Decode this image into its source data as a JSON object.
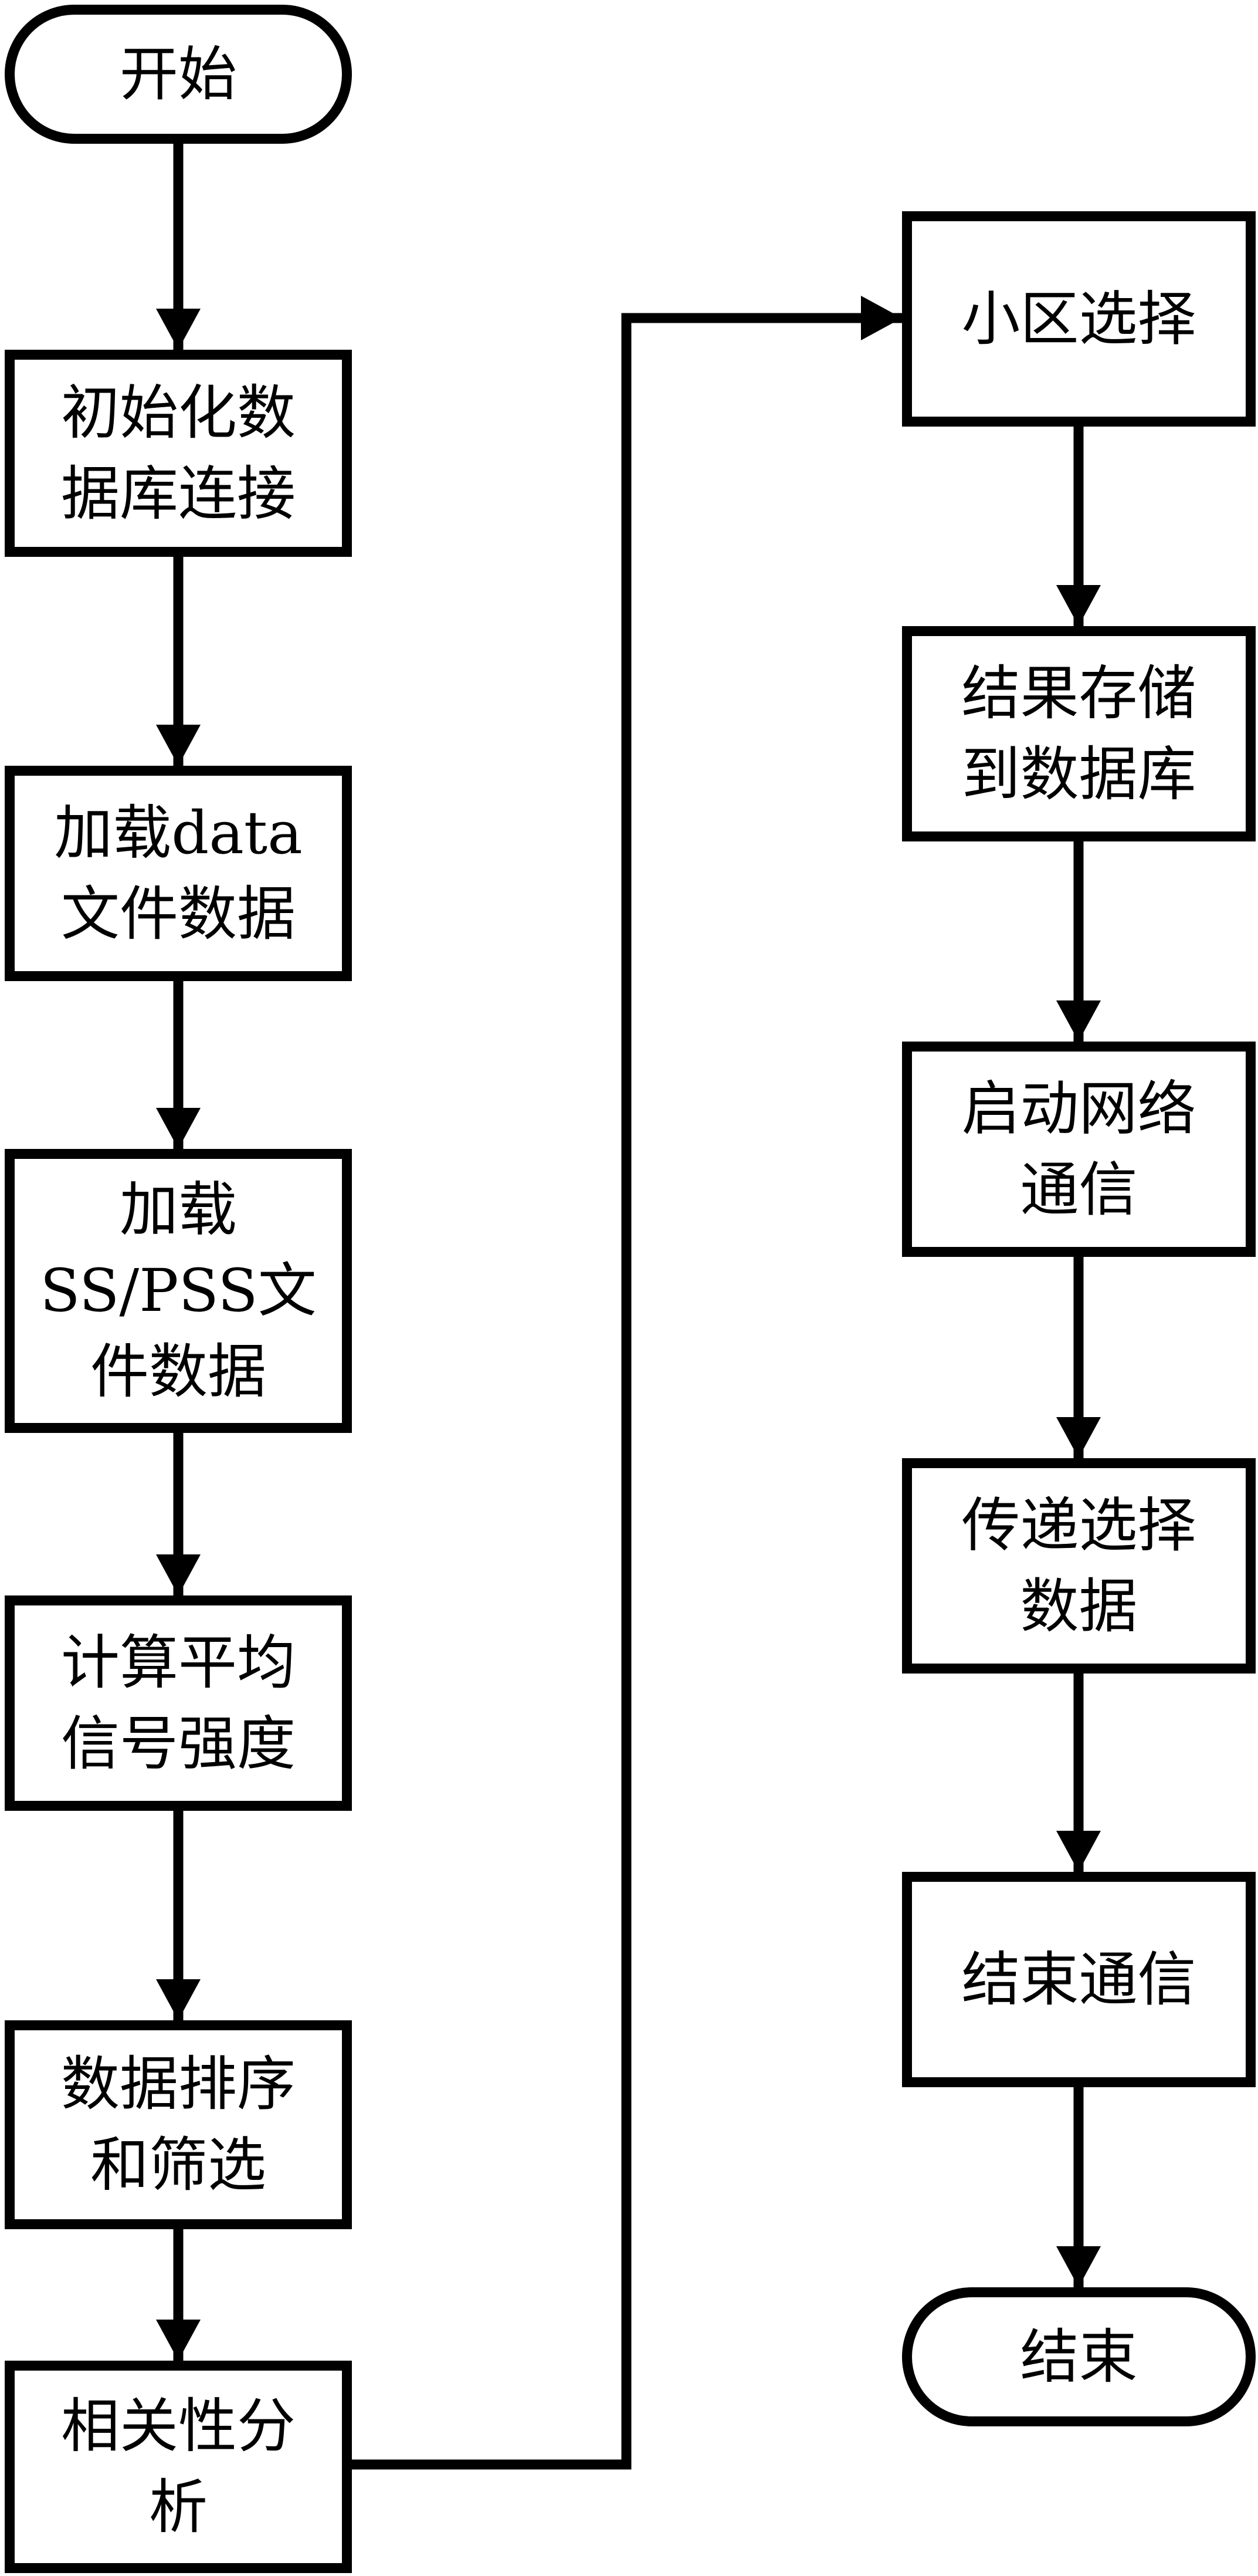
{
  "diagram": {
    "type": "flowchart",
    "nodes": {
      "start": {
        "lines": [
          "开始"
        ]
      },
      "init_db": {
        "lines": [
          "初始化数",
          "据库连接"
        ]
      },
      "load_data": {
        "lines": [
          "加载data",
          "文件数据"
        ]
      },
      "load_ss_pss": {
        "lines": [
          "加载",
          "SS/PSS文",
          "件数据"
        ]
      },
      "avg_signal": {
        "lines": [
          "计算平均",
          "信号强度"
        ]
      },
      "sort_filter": {
        "lines": [
          "数据排序",
          "和筛选"
        ]
      },
      "correlation": {
        "lines": [
          "相关性分",
          "析"
        ]
      },
      "cell_select": {
        "lines": [
          "小区选择"
        ]
      },
      "store_result": {
        "lines": [
          "结果存储",
          "到数据库"
        ]
      },
      "start_comm": {
        "lines": [
          "启动网络",
          "通信"
        ]
      },
      "send_data": {
        "lines": [
          "传递选择",
          "数据"
        ]
      },
      "end_comm": {
        "lines": [
          "结束通信"
        ]
      },
      "end": {
        "lines": [
          "结束"
        ]
      }
    },
    "edges": [
      [
        "start",
        "init_db"
      ],
      [
        "init_db",
        "load_data"
      ],
      [
        "load_data",
        "load_ss_pss"
      ],
      [
        "load_ss_pss",
        "avg_signal"
      ],
      [
        "avg_signal",
        "sort_filter"
      ],
      [
        "sort_filter",
        "correlation"
      ],
      [
        "correlation",
        "cell_select"
      ],
      [
        "cell_select",
        "store_result"
      ],
      [
        "store_result",
        "start_comm"
      ],
      [
        "start_comm",
        "send_data"
      ],
      [
        "send_data",
        "end_comm"
      ],
      [
        "end_comm",
        "end"
      ]
    ]
  }
}
